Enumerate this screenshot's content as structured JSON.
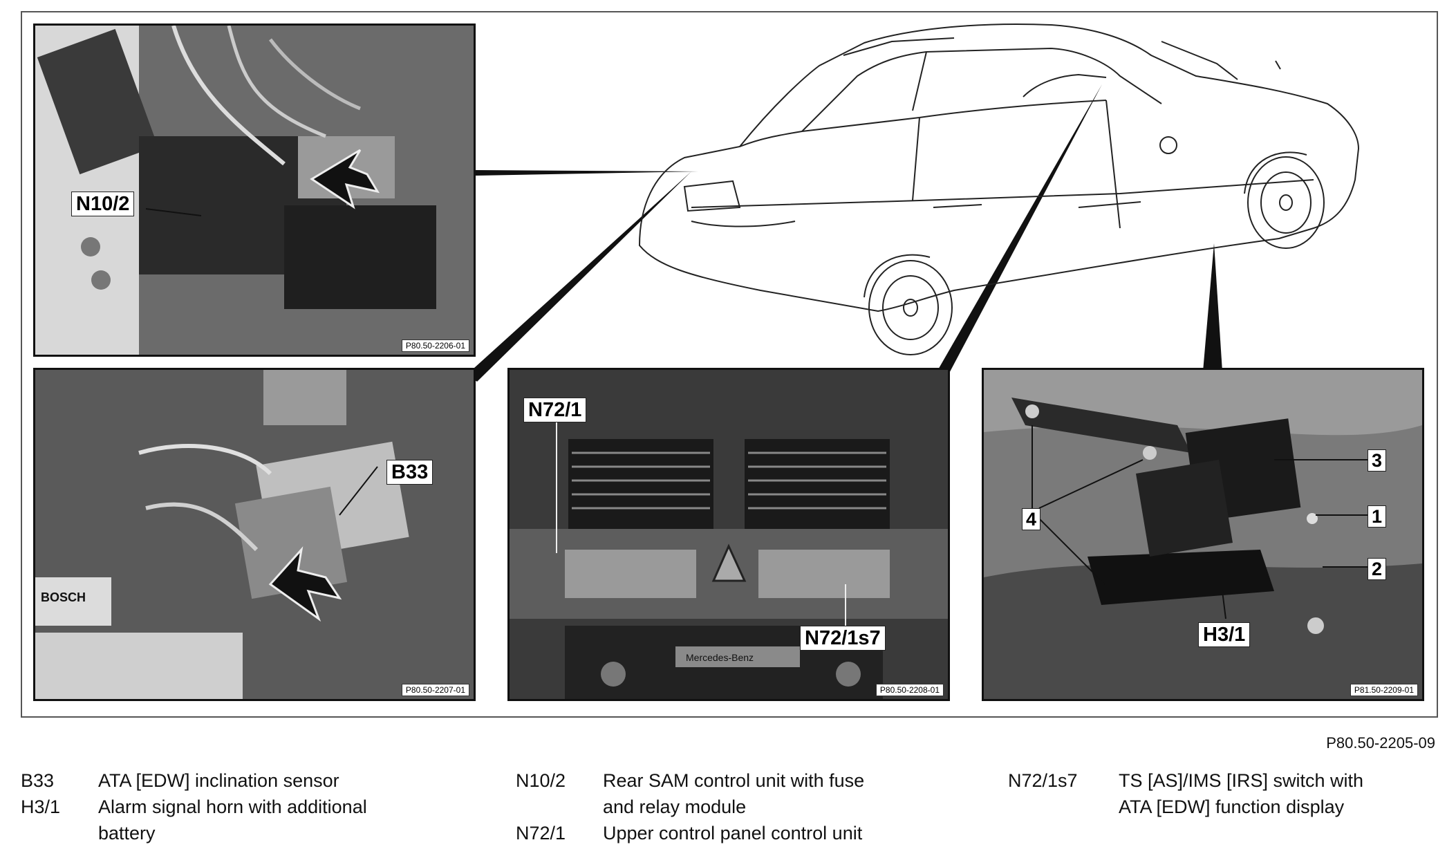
{
  "photos": {
    "rear_sam": {
      "photo_id": "P80.50-2206-01",
      "callout": "N10/2"
    },
    "inclination_sensor": {
      "photo_id": "P80.50-2207-01",
      "callout": "B33",
      "brand_text": "BOSCH"
    },
    "control_panel": {
      "photo_id": "P80.50-2208-01",
      "callouts": [
        "N72/1",
        "N72/1s7"
      ],
      "radio_text": "Mercedes-Benz"
    },
    "alarm_horn": {
      "photo_id": "P81.50-2209-01",
      "callouts": [
        "3",
        "1",
        "2",
        "4",
        "H3/1"
      ]
    }
  },
  "figure_id": "P80.50-2205-09",
  "legend": {
    "col1": [
      {
        "code": "B33",
        "lines": [
          "ATA [EDW] inclination sensor"
        ]
      },
      {
        "code": "H3/1",
        "lines": [
          "Alarm signal horn with additional",
          "battery"
        ]
      }
    ],
    "col2": [
      {
        "code": "N10/2",
        "lines": [
          "Rear SAM control unit with fuse",
          "and relay module"
        ]
      },
      {
        "code": "N72/1",
        "lines": [
          "Upper control panel control unit"
        ]
      }
    ],
    "col3": [
      {
        "code": "N72/1s7",
        "lines": [
          "TS [AS]/IMS [IRS] switch with",
          "ATA [EDW] function display"
        ]
      }
    ]
  },
  "colors": {
    "ink": "#111111",
    "photo_dark": "#2a2a2a",
    "photo_mid": "#6b6b6b",
    "photo_light": "#b9b9b9"
  }
}
